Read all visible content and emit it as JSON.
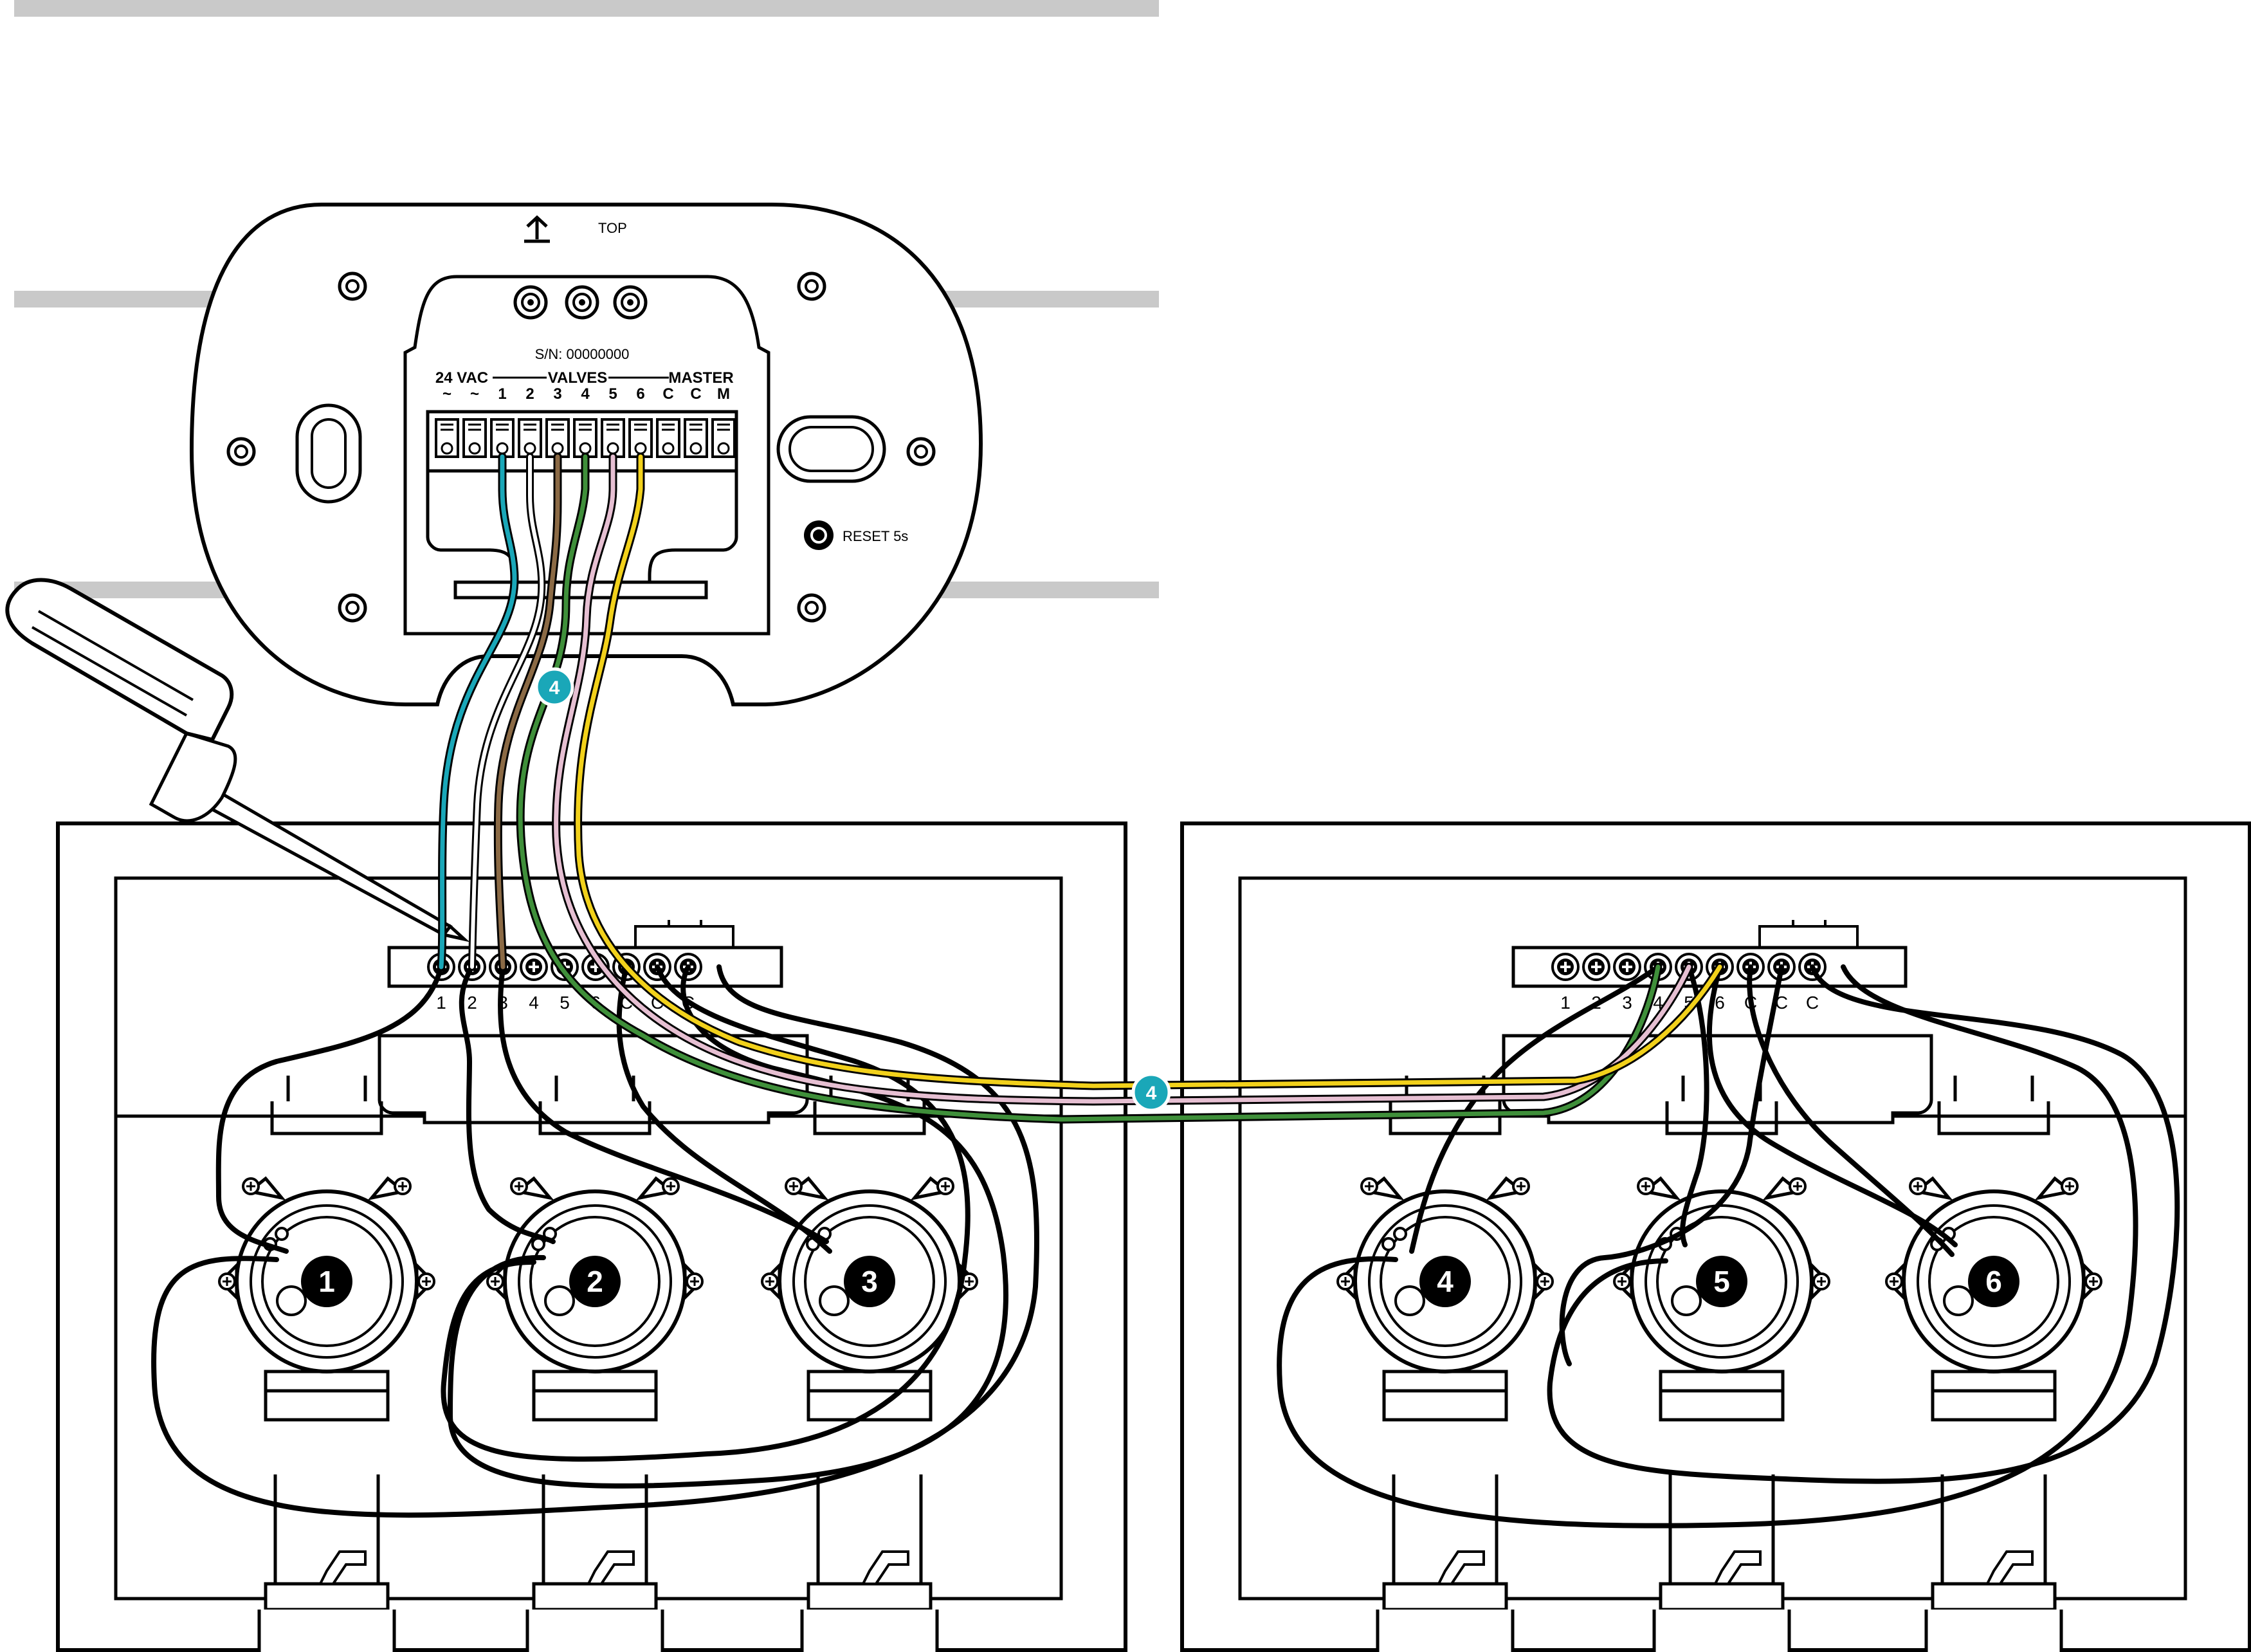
{
  "controller": {
    "top_label": "TOP",
    "serial": "S/N: 00000000",
    "power_label": "24 VAC",
    "valves_label": "VALVES",
    "master_label": "MASTER",
    "terminals": [
      "~",
      "~",
      "1",
      "2",
      "3",
      "4",
      "5",
      "6",
      "C",
      "C",
      "M"
    ],
    "reset_label": "RESET 5s"
  },
  "boxes": [
    {
      "terminals": [
        "1",
        "2",
        "3",
        "4",
        "5",
        "6",
        "C",
        "C",
        "C"
      ],
      "valves": [
        "1",
        "2",
        "3"
      ]
    },
    {
      "terminals": [
        "1",
        "2",
        "3",
        "4",
        "5",
        "6",
        "C",
        "C",
        "C"
      ],
      "valves": [
        "4",
        "5",
        "6"
      ]
    }
  ],
  "callouts": [
    "4",
    "4"
  ],
  "colors": {
    "cyan": "#1aa7b8",
    "white": "#ffffff",
    "brown": "#8b6a45",
    "green": "#3f8f3a",
    "pink": "#e6bfd2",
    "yellow": "#f2d11b",
    "black": "#000000",
    "rail": "#c9c9c9",
    "callout": "#1aa7b8"
  },
  "icons": {
    "tool": "screwdriver-icon",
    "arrow": "up-arrow-icon",
    "reset": "reset-button-icon"
  }
}
